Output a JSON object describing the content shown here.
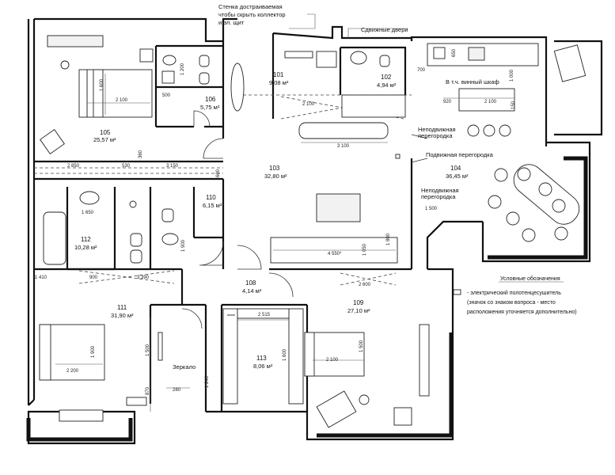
{
  "annotations": {
    "collector_wall_1": "Стенка достраиваемая",
    "collector_wall_2": "чтобы скрыть коллектор",
    "collector_wall_3": "и эл. щит",
    "sliding_doors": "Сдвижные двери",
    "wine_cabinet": "В т.ч. винный шкаф",
    "fixed_partition_1": "Неподвижная",
    "fixed_partition_1b": "перегородка",
    "movable_partition": "Подвижная перегородка",
    "fixed_partition_2": "Неподвижная",
    "fixed_partition_2b": "перегородка",
    "mirror": "Зеркало"
  },
  "legend": {
    "title": "Условные обозначения",
    "line1": "- электрический полотенцесушитель",
    "line2": "(значок со знаком вопроса - место",
    "line3": "расположения уточняется дополнительно)"
  },
  "rooms": [
    {
      "id": "101",
      "area": "9,08 м²"
    },
    {
      "id": "102",
      "area": "4,94 м²"
    },
    {
      "id": "103",
      "area": "32,80 м²"
    },
    {
      "id": "104",
      "area": "36,45 м²"
    },
    {
      "id": "105",
      "area": "25,57 м²"
    },
    {
      "id": "106",
      "area": "5,75 м²"
    },
    {
      "id": "108",
      "area": "4,14 м²"
    },
    {
      "id": "109",
      "area": "27,10 м²"
    },
    {
      "id": "110",
      "area": "6,15 м²"
    },
    {
      "id": "111",
      "area": "31,90 м²"
    },
    {
      "id": "112",
      "area": "10,28 м²"
    },
    {
      "id": "113",
      "area": "8,06 м²"
    }
  ],
  "dimensions": {
    "d_1600_bed105": "1 600",
    "d_2100_bed105": "2 100",
    "d_1200_bath": "1 200",
    "d_500": "500",
    "d_2100_101": "2 100",
    "d_3100": "3 100",
    "d_2100_kitchen": "2 100",
    "d_920": "920",
    "d_1000": "1 000",
    "d_700": "700",
    "d_650": "650",
    "d_150": "150",
    "d_1500": "1 500",
    "d_2850": "2 850",
    "d_530": "530",
    "d_3150": "3 150",
    "d_360": "360",
    "d_1650": "1 650",
    "d_600": "600",
    "d_1900_110": "1 900",
    "d_4550": "4 550*",
    "d_1050": "1 050",
    "d_1800": "1 800",
    "d_2600": "2 600",
    "d_1410": "1 410",
    "d_900_112": "900",
    "d_3390": "3 390",
    "d_2200": "2 200",
    "d_1900_111": "1 900",
    "d_2515": "2 515",
    "d_1600_113": "1 600",
    "d_1500_109": "1 500",
    "d_2100_109": "2 100",
    "d_870": "870",
    "d_1240": "1 240",
    "d_280": "280",
    "d_1500_mirror": "1 500"
  }
}
